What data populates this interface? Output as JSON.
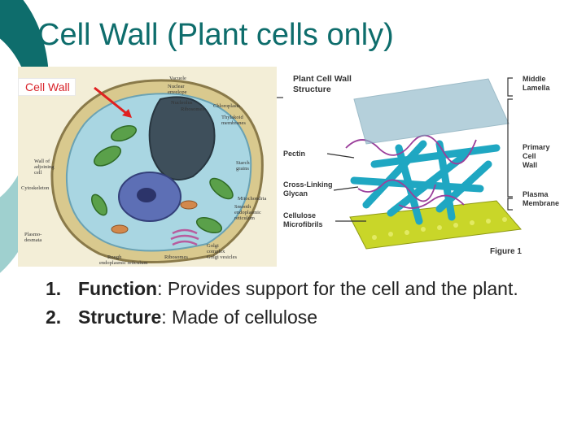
{
  "slide": {
    "title": "Cell Wall (Plant cells only)",
    "callout": "Cell Wall"
  },
  "plant_figure": {
    "labels": [
      "Vacuole",
      "Nuclear envelope",
      "Nucleolus",
      "Ribosomes",
      "Chloroplasts",
      "Thylakoid membranes",
      "Wall of adjoining cell",
      "Cytoskeleton",
      "Starch grains",
      "Mitochondria",
      "Smooth endoplasmic reticulum",
      "Plasmodesmata",
      "Golgi complex",
      "Golgi vesicles",
      "Rough endoplasmic reticulum",
      "Ribosomes"
    ]
  },
  "wall_figure": {
    "title": "Plant Cell Wall Structure",
    "labels": {
      "pectin": "Pectin",
      "glycan": "Cross-Linking Glycan",
      "cellulose": "Cellulose Microfibrils",
      "middle": "Middle Lamella",
      "primary": "Primary Cell Wall",
      "plasma": "Plasma Membrane",
      "figure": "Figure 1"
    },
    "colors": {
      "rods": "#1fa7c2",
      "membrane": "#c9d629",
      "lamella": "#8fb8c9",
      "pectin": "#9b3f9b"
    }
  },
  "points": [
    {
      "num": "1.",
      "term": "Function",
      "text": ":  Provides support for the cell and the plant."
    },
    {
      "num": "2.",
      "term": "Structure",
      "text": ": Made of cellulose"
    }
  ]
}
